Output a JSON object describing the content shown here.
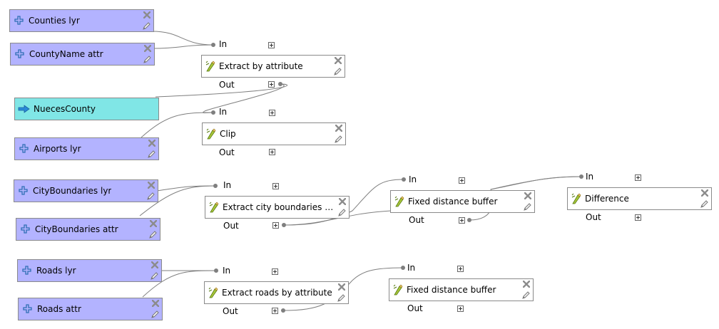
{
  "inputs": [
    {
      "label": "Counties lyr",
      "icon": "plus-icon"
    },
    {
      "label": "CountyName attr",
      "icon": "plus-icon"
    },
    {
      "label": "Airports lyr",
      "icon": "plus-icon"
    },
    {
      "label": "CityBoundaries lyr",
      "icon": "plus-icon"
    },
    {
      "label": "CityBoundaries attr",
      "icon": "plus-icon"
    },
    {
      "label": "Roads lyr",
      "icon": "plus-icon"
    },
    {
      "label": "Roads attr",
      "icon": "plus-icon"
    }
  ],
  "outputs": [
    {
      "label": "NuecesCounty",
      "icon": "arrow-right-icon"
    }
  ],
  "algorithms": [
    {
      "label": "Extract by attribute",
      "in_label": "In",
      "out_label": "Out",
      "icon": "algorithm-icon"
    },
    {
      "label": "Clip",
      "in_label": "In",
      "out_label": "Out",
      "icon": "algorithm-icon"
    },
    {
      "label": "Extract city boundaries b...",
      "in_label": "In",
      "out_label": "Out",
      "icon": "algorithm-icon"
    },
    {
      "label": "Fixed distance buffer",
      "in_label": "In",
      "out_label": "Out",
      "icon": "algorithm-icon"
    },
    {
      "label": "Difference",
      "in_label": "In",
      "out_label": "Out",
      "icon": "algorithm-icon"
    },
    {
      "label": "Extract roads by attribute",
      "in_label": "In",
      "out_label": "Out",
      "icon": "algorithm-icon"
    },
    {
      "label": "Fixed distance buffer",
      "in_label": "In",
      "out_label": "Out",
      "icon": "algorithm-icon"
    }
  ],
  "colors": {
    "input_fill": "#b3b3ff",
    "output_fill": "#80e6e6",
    "algorithm_fill": "#ffffff",
    "node_border": "#8a8a8a",
    "link": "#7f7f7f"
  }
}
